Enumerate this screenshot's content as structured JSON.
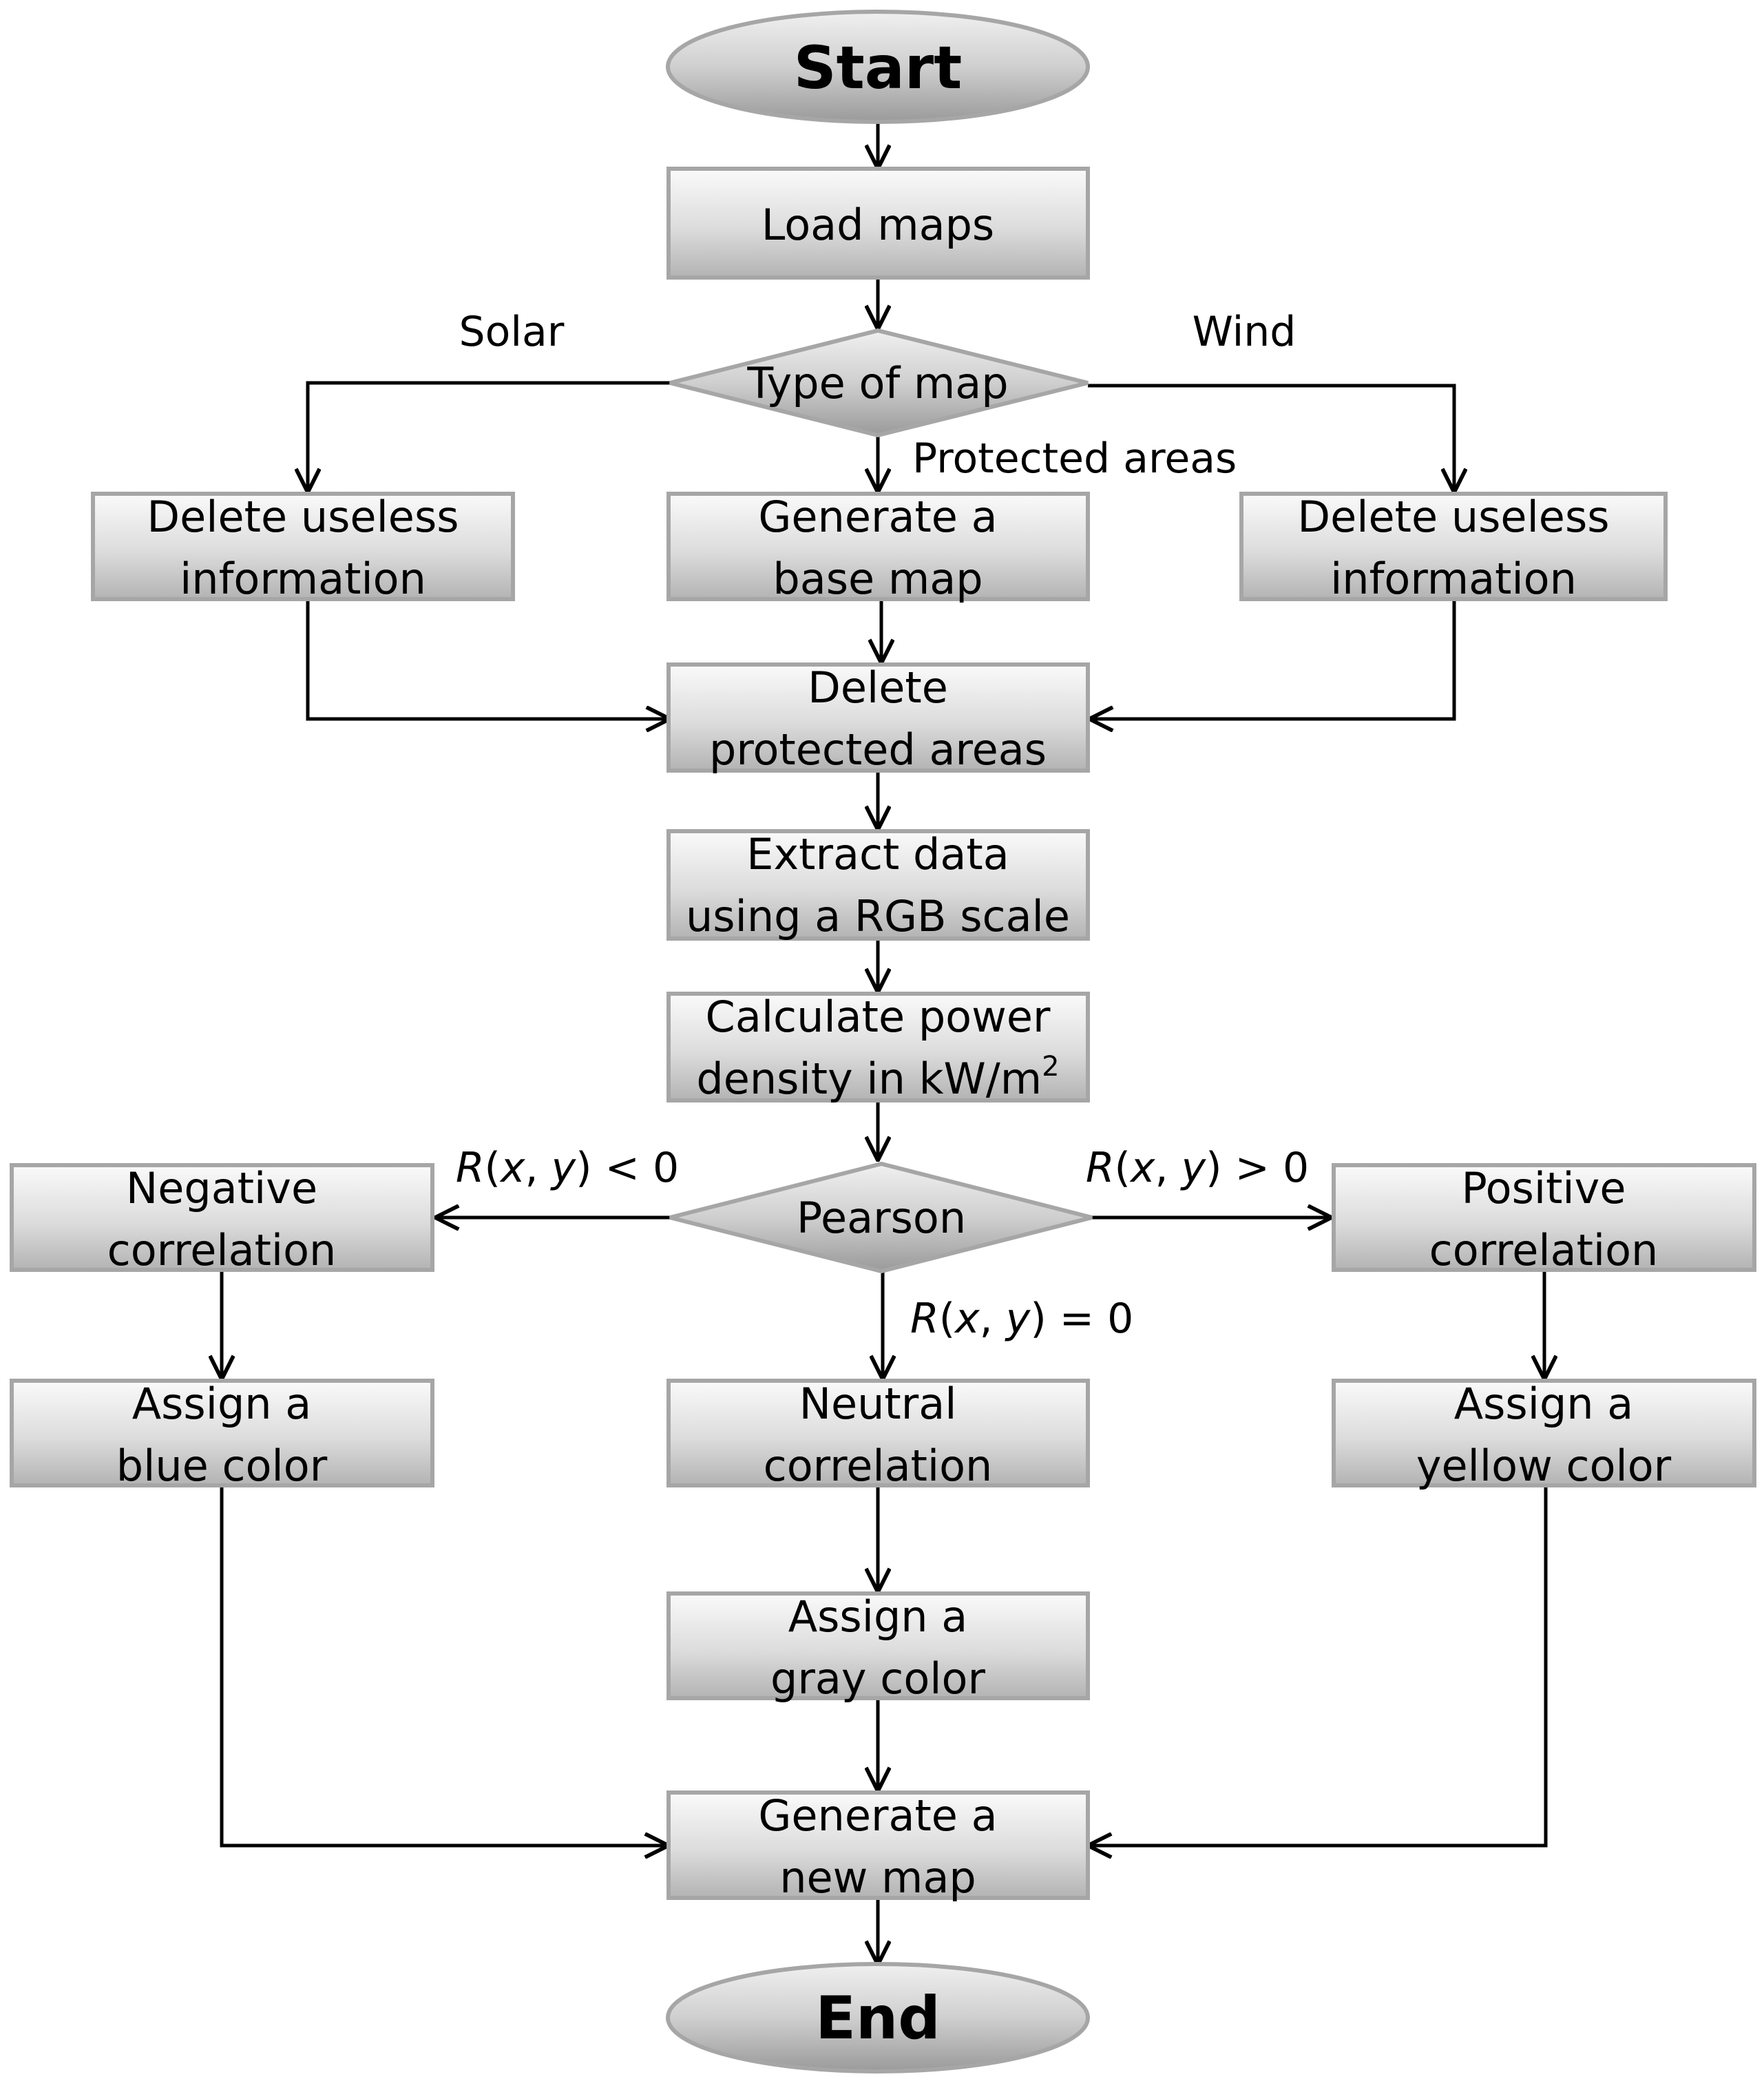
{
  "diagram": {
    "nodes": {
      "start": "Start",
      "load_maps": "Load maps",
      "type_of_map": "Type of map",
      "delete_useless_solar": [
        "Delete useless",
        "information"
      ],
      "generate_base_map": [
        "Generate a",
        "base map"
      ],
      "delete_useless_wind": [
        "Delete useless",
        "information"
      ],
      "delete_protected": [
        "Delete",
        "protected areas"
      ],
      "extract_data": [
        "Extract data",
        "using a RGB scale"
      ],
      "calculate_power": [
        "Calculate power",
        "density in kW/m",
        "2"
      ],
      "pearson": "Pearson",
      "negative_corr": [
        "Negative",
        "correlation"
      ],
      "positive_corr": [
        "Positive",
        "correlation"
      ],
      "neutral_corr": [
        "Neutral",
        "correlation"
      ],
      "assign_blue": [
        "Assign a",
        "blue color"
      ],
      "assign_yellow": [
        "Assign a",
        "yellow color"
      ],
      "assign_gray": [
        "Assign a",
        "gray color"
      ],
      "generate_new_map": [
        "Generate a",
        "new map"
      ],
      "end": "End"
    },
    "edge_labels": {
      "solar": "Solar",
      "wind": "Wind",
      "protected_areas": "Protected areas",
      "r_negative": [
        "R",
        "(",
        "x",
        ", ",
        "y",
        ") < 0"
      ],
      "r_positive": [
        "R",
        "(",
        "x",
        ", ",
        "y",
        ") > 0"
      ],
      "r_zero": [
        "R",
        "(",
        "x",
        ", ",
        "y",
        ") = 0"
      ]
    }
  }
}
